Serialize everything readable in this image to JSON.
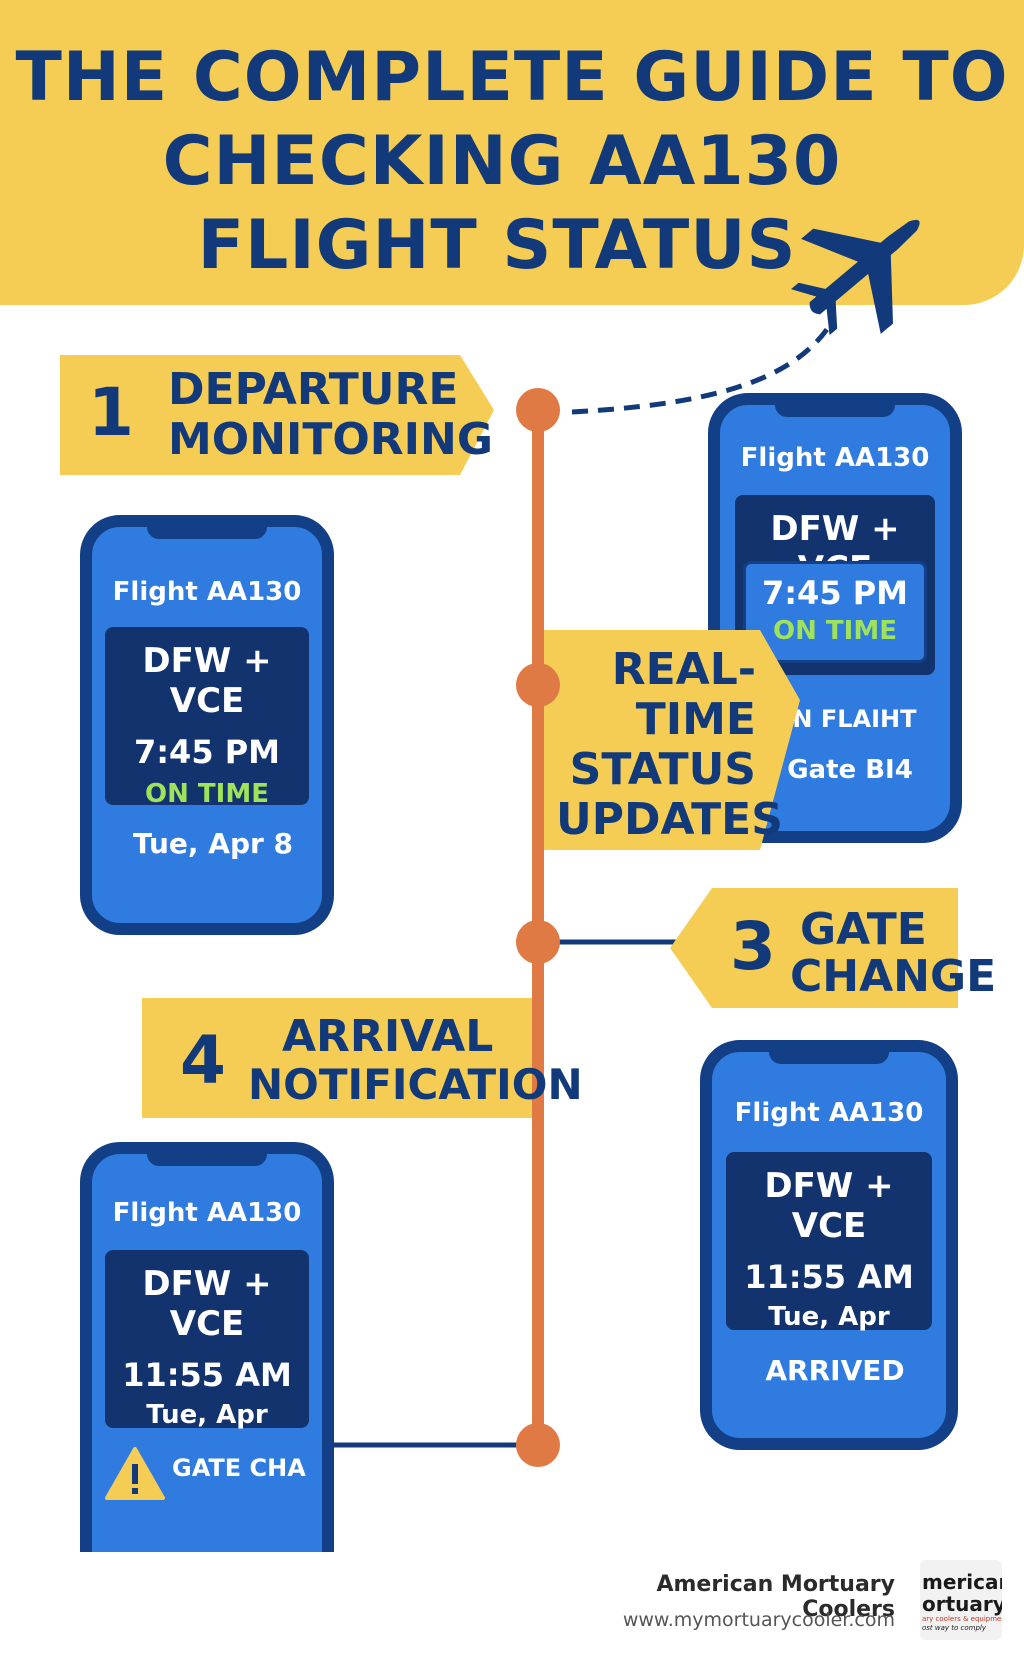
{
  "title": {
    "line1": "THE COMPLETE GUIDE TO",
    "line2": "CHECKING AA130",
    "line3": "FLIGHT STATUS"
  },
  "steps": [
    {
      "number": "1",
      "line1": "DEPARTURE",
      "line2": "MONITORING"
    },
    {
      "number": "",
      "line1": "REAL-",
      "line2": "TIME",
      "line3": "STATUS",
      "line4": "UPDATES"
    },
    {
      "number": "3",
      "line1": "GATE",
      "line2": "CHANGE"
    },
    {
      "number": "4",
      "line1": "ARRIVAL",
      "line2": "NOTIFICATION"
    }
  ],
  "phones": {
    "departure": {
      "title": "Flight AA130",
      "route": "DFW + VCE",
      "time": "7:45 PM",
      "status": "ON TIME",
      "date": "Tue, Apr 8"
    },
    "realtime": {
      "title": "Flight AA130",
      "route": "DFW +  VCE",
      "time": "7:45 PM",
      "status": "ON TIME",
      "flight_state": "IN FLAIHT",
      "gate": "Gate BI4"
    },
    "gate_change": {
      "title": "Flight AA130",
      "route": "DFW + VCE",
      "time": "11:55 AM",
      "date": "Tue, Apr",
      "status": "ARRIVED"
    },
    "arrival": {
      "title": "Flight AA130",
      "route": "DFW + VCE",
      "time": "11:55 AM",
      "date": "Tue, Apr",
      "alert": "GATE CHA"
    }
  },
  "footer": {
    "company": "American Mortuary Coolers",
    "url": "www.mymortuarycooler.com",
    "logo_line1": "merican",
    "logo_line2": "ortuary",
    "logo_line3": "ary coolers & equipment",
    "logo_line4": "ost way to comply"
  },
  "colors": {
    "banner": "#f5cd55",
    "navy": "#123a7a",
    "phone_blue": "#2f7be0",
    "timeline_orange": "#e07a44",
    "status_green": "#9ee35a"
  },
  "icons": [
    "airplane-icon",
    "warning-icon"
  ]
}
